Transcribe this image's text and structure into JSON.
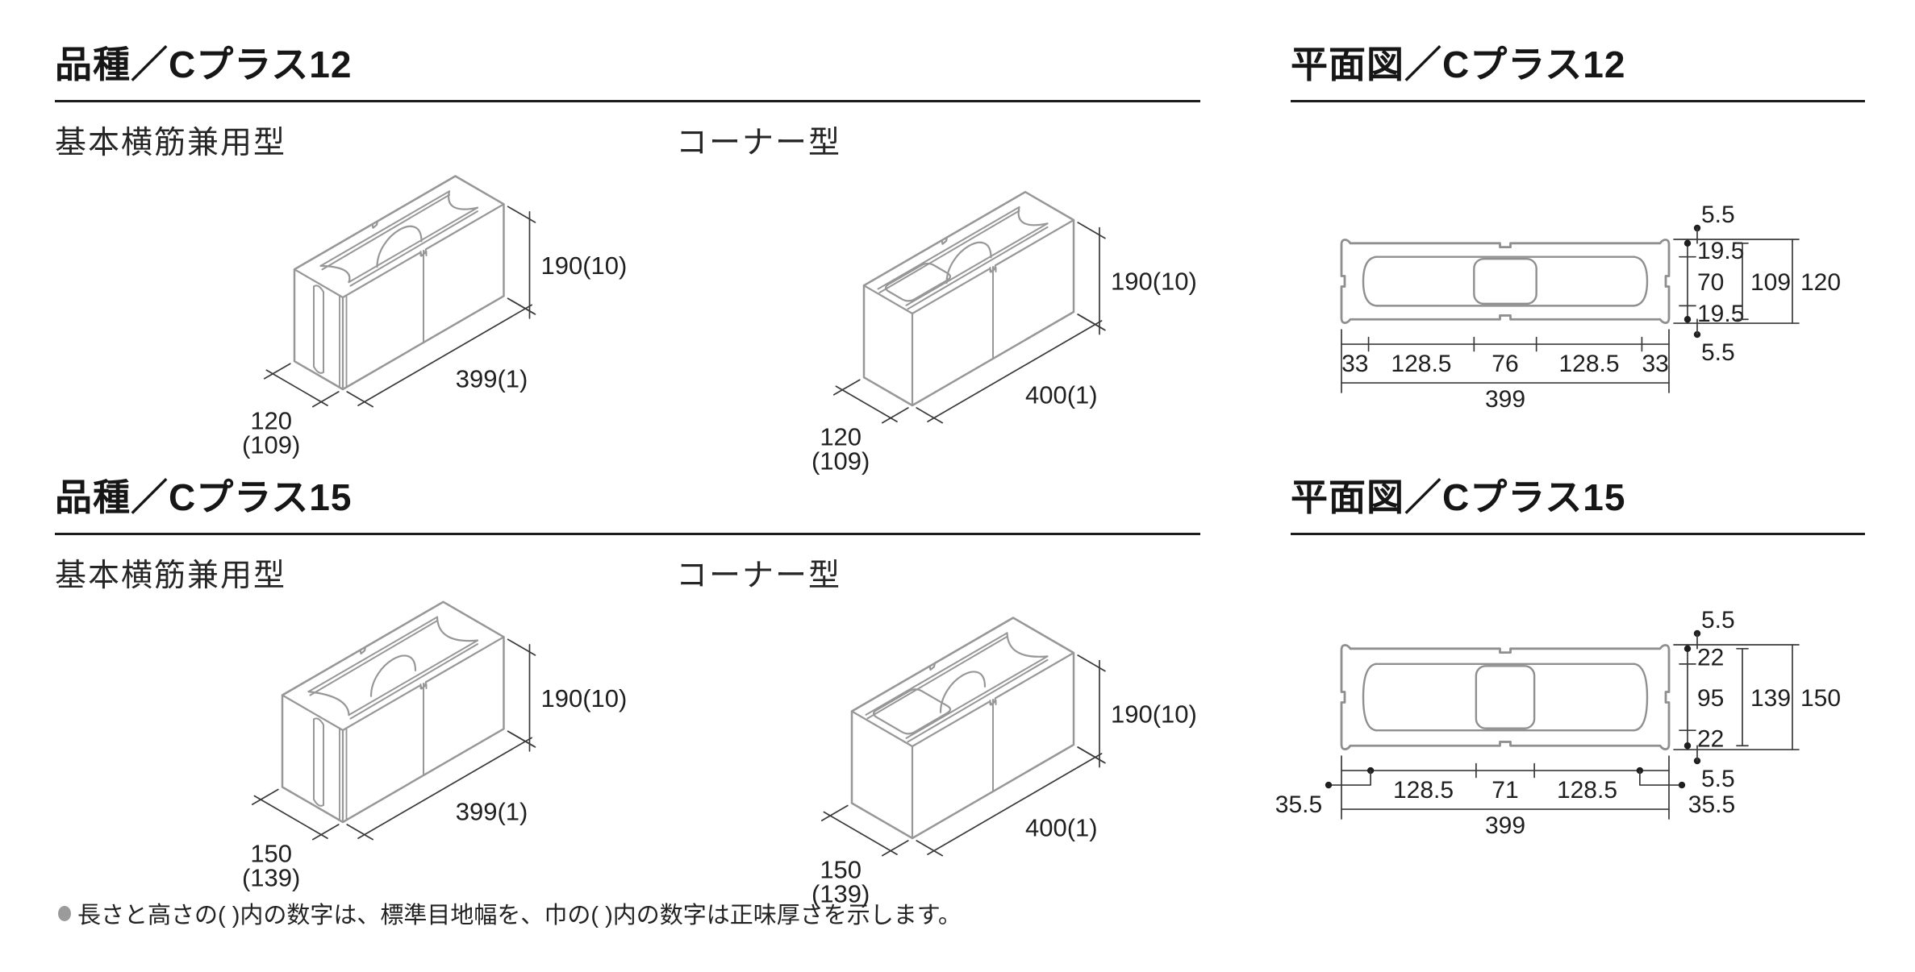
{
  "colors": {
    "drawing_gray": "#979797",
    "plan_gray": "#8f8f8f",
    "dim_line": "#3a3a3a",
    "text": "#1f1f1f",
    "rule": "#1c1c1c",
    "bullet_gray": "#9b9b9b"
  },
  "sections": [
    {
      "product_heading": "品種／Cプラス12",
      "plan_heading": "平面図／Cプラス12",
      "basic_label": "基本横筋兼用型",
      "corner_label": "コーナー型",
      "basic_block": {
        "height": "190(10)",
        "length": "399(1)",
        "width": "120",
        "net_width": "(109)"
      },
      "corner_block": {
        "height": "190(10)",
        "length": "400(1)",
        "width": "120",
        "net_width": "(109)"
      },
      "plan": {
        "joint_top": "5.5",
        "joint_bottom": "5.5",
        "shell_top": "19.5",
        "core": "70",
        "shell_bottom": "19.5",
        "net_width": "109",
        "width": "120",
        "seg_end_left": "33",
        "seg_mid_left": "128.5",
        "seg_center": "76",
        "seg_mid_right": "128.5",
        "seg_end_right": "33",
        "length": "399"
      }
    },
    {
      "product_heading": "品種／Cプラス15",
      "plan_heading": "平面図／Cプラス15",
      "basic_label": "基本横筋兼用型",
      "corner_label": "コーナー型",
      "basic_block": {
        "height": "190(10)",
        "length": "399(1)",
        "width": "150",
        "net_width": "(139)"
      },
      "corner_block": {
        "height": "190(10)",
        "length": "400(1)",
        "width": "150",
        "net_width": "(139)"
      },
      "plan": {
        "joint_top": "5.5",
        "joint_bottom": "5.5",
        "shell_top": "22",
        "core": "95",
        "shell_bottom": "22",
        "net_width": "139",
        "width": "150",
        "seg_end_left": "35.5",
        "seg_mid_left": "128.5",
        "seg_center": "71",
        "seg_mid_right": "128.5",
        "seg_end_right": "35.5",
        "length": "399"
      }
    }
  ],
  "footer": {
    "note": "長さと高さの( )内の数字は、標準目地幅を、巾の( )内の数字は正味厚さを示します。"
  }
}
